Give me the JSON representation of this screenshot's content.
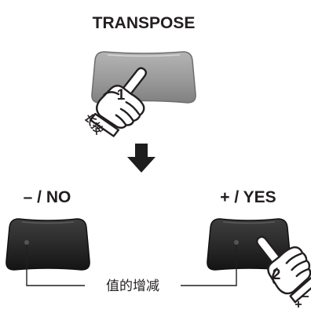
{
  "transpose": {
    "label": "TRANSPOSE",
    "step_number": "1",
    "action_text": "长按"
  },
  "minus_no": {
    "label": "– / NO"
  },
  "plus_yes": {
    "label": "+ / YES",
    "step_number": "2"
  },
  "connector": {
    "label": "值的增减"
  },
  "colors": {
    "text": "#231f20",
    "light_button": "#9a9a9a",
    "dark_button": "#2b2b2b",
    "arrow": "#1e1e1e",
    "line": "#231f20"
  },
  "icons": {
    "hand_1": "pointing-hand-icon",
    "hand_2": "pointing-hand-icon",
    "arrow": "arrow-down-icon",
    "plus_minus": "plus-minus-icon"
  }
}
